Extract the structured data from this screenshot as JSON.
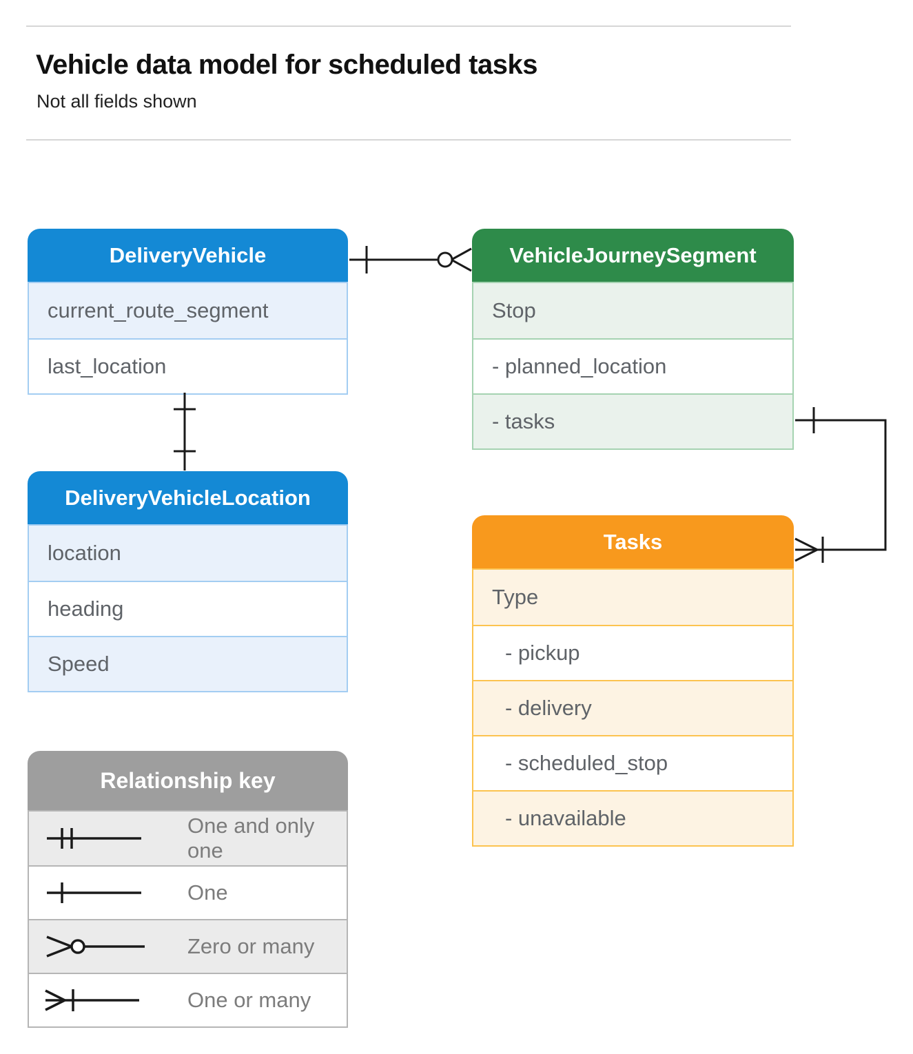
{
  "page": {
    "title": "Vehicle data model for scheduled tasks",
    "subtitle": "Not all fields shown"
  },
  "entities": [
    {
      "title": "DeliveryVehicle",
      "rows": [
        "current_route_segment",
        "last_location"
      ]
    },
    {
      "title": "VehicleJourneySegment",
      "rows": [
        "Stop",
        "- planned_location",
        "- tasks"
      ]
    },
    {
      "title": "DeliveryVehicleLocation",
      "rows": [
        "location",
        "heading",
        "Speed"
      ]
    },
    {
      "title": "Tasks",
      "rows": [
        "Type",
        "- pickup",
        "- delivery",
        "- scheduled_stop",
        "- unavailable"
      ]
    }
  ],
  "legend": {
    "title": "Relationship key",
    "items": [
      {
        "symbol": "one-and-only-one",
        "label": "One and only one"
      },
      {
        "symbol": "one",
        "label": "One"
      },
      {
        "symbol": "zero-or-many",
        "label": "Zero or many"
      },
      {
        "symbol": "one-or-many",
        "label": "One or many"
      }
    ]
  },
  "relationships": [
    {
      "from": "DeliveryVehicle",
      "to": "VehicleJourneySegment",
      "from_cardinality": "one",
      "to_cardinality": "zero-or-many"
    },
    {
      "from": "DeliveryVehicle",
      "to": "DeliveryVehicleLocation",
      "from_cardinality": "one",
      "to_cardinality": "one"
    },
    {
      "from": "VehicleJourneySegment.tasks",
      "to": "Tasks",
      "from_cardinality": "one",
      "to_cardinality": "one-or-many"
    }
  ],
  "colors": {
    "blue": "#1489d5",
    "blue_tint": "#e9f1fb",
    "blue_border": "#a3cdf2",
    "green": "#2e8b4a",
    "green_tint": "#eaf2ec",
    "green_border": "#a5d3b1",
    "orange": "#f8991d",
    "orange_tint": "#fdf3e3",
    "orange_border": "#fcc34f",
    "gray": "#9e9e9e",
    "gray_tint": "#ebebeb",
    "gray_border": "#b5b5b5",
    "connector_line": "#1a1a1a"
  }
}
